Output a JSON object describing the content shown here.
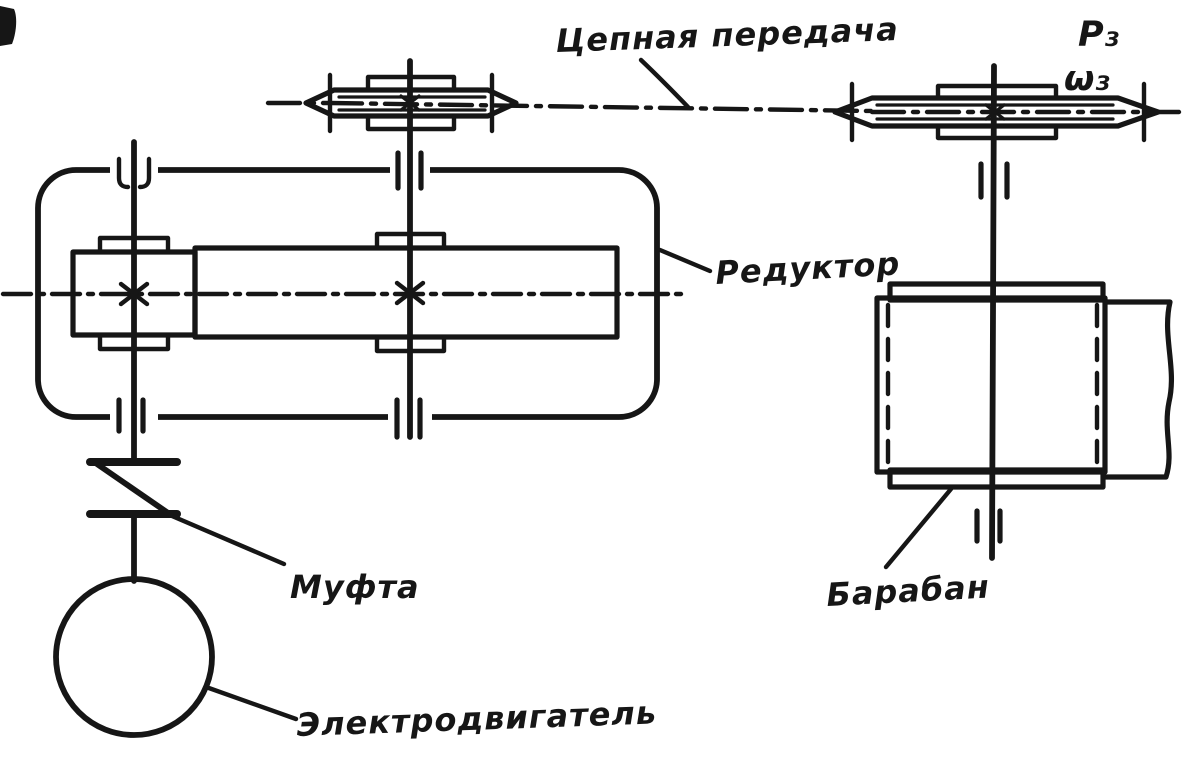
{
  "colors": {
    "ink": "#161616",
    "background": "#ffffff"
  },
  "labels": {
    "chain_drive": "Цепная передача",
    "reducer": "Редуктор",
    "coupling": "Муфта",
    "motor": "Электродвигатель",
    "drum": "Барабан",
    "power_p3": "P₃",
    "omega_3": "ω₃"
  }
}
